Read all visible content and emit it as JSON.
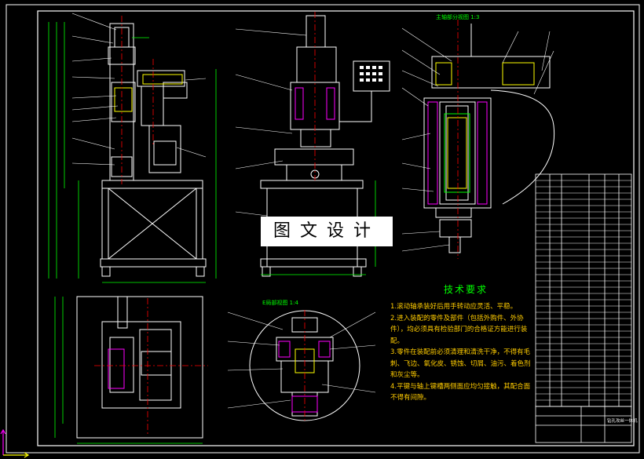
{
  "watermark": "图文设计",
  "views": {
    "section_a_label": "主轴部分视图 1:3",
    "section_b_label": "E局部视图 1:4"
  },
  "technical_requirements": {
    "title": "技术要求",
    "items": [
      "1.滚动轴承装好后用手转动应灵活、平稳。",
      "2.进入装配的零件及部件（包括外购件、外协件），均必须具有检验部门的合格证方能进行装配。",
      "3.零件在装配前必须清理和清洗干净，不得有毛刺、飞边、氧化皮、锈蚀、切屑、油污、着色剂和灰尘等。",
      "4.平键与轴上键槽两侧面应均匀接触，其配合面不得有间隙。"
    ]
  },
  "title_block": {
    "drawing_name": "钻孔攻丝一体机"
  },
  "colors": {
    "background": "#000000",
    "outline": "#ffffff",
    "centerline": "#ff0000",
    "dimension": "#00ff00",
    "section": "#ff00ff",
    "leader": "#00ffff",
    "hatch": "#ffff00",
    "axis_x": "#ff00ff",
    "axis_y": "#ffff00"
  }
}
